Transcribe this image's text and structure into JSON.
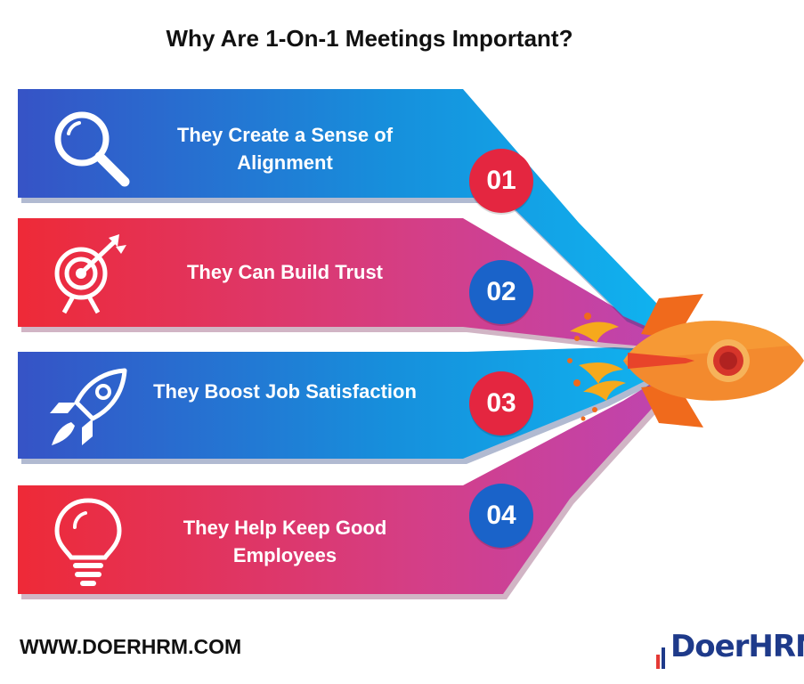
{
  "title": "Why Are 1-On-1 Meetings Important?",
  "items": [
    {
      "number": "01",
      "text": "They Create a Sense of Alignment",
      "icon": "magnifier-icon"
    },
    {
      "number": "02",
      "text": "They Can Build Trust",
      "icon": "target-icon"
    },
    {
      "number": "03",
      "text": "They Boost Job Satisfaction",
      "icon": "rocket-icon"
    },
    {
      "number": "04",
      "text": "They Help Keep Good Employees",
      "icon": "lightbulb-icon"
    }
  ],
  "footer": {
    "url": "WWW.DOERHRM.COM",
    "logo_text": "DoerHRM"
  },
  "colors": {
    "blue_gradient": [
      "#3451c7",
      "#12b6f0"
    ],
    "red_gradient": [
      "#ef2b3a",
      "#c63fb0"
    ],
    "rocket_orange": "#f47a2a"
  }
}
